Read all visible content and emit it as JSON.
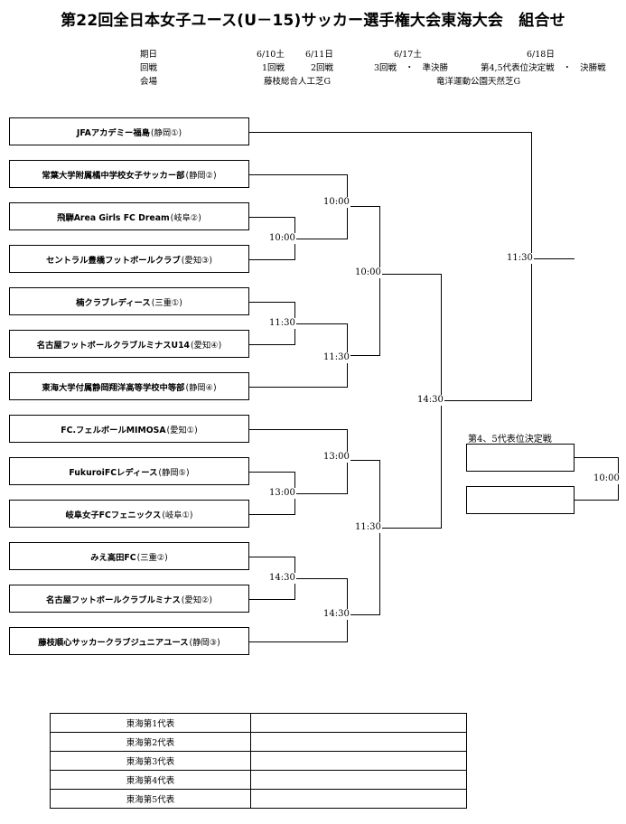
{
  "title": "第22回全日本女子ユース(U－15)サッカー選手権大会東海大会　組合せ",
  "schedule": {
    "labels": {
      "date": "期日",
      "round": "回戦",
      "venue": "会場"
    },
    "dates": [
      "6/10土",
      "6/11日",
      "6/17土",
      "6/18日"
    ],
    "rounds": [
      "1回戦",
      "2回戦",
      "3回戦　・　準決勝",
      "第4,5代表位決定戦　・　決勝戦"
    ],
    "venues": [
      "藤枝総合人工芝G",
      "竜洋運動公園天然芝G"
    ]
  },
  "teams": [
    {
      "name": "JFAアカデミー福島",
      "pref": "(静岡①)"
    },
    {
      "name": "常葉大学附属橘中学校女子サッカー部",
      "pref": "(静岡②)"
    },
    {
      "name": "飛騨Area Girls FC Dream",
      "pref": "(岐阜②)"
    },
    {
      "name": "セントラル豊橋フットボールクラブ",
      "pref": "(愛知③)"
    },
    {
      "name": "楠クラブレディース",
      "pref": "(三重①)"
    },
    {
      "name": "名古屋フットボールクラブルミナスU14",
      "pref": "(愛知④)"
    },
    {
      "name": "東海大学付属静岡翔洋高等学校中等部",
      "pref": "(静岡④)"
    },
    {
      "name": "FC.フェルボールMIMOSA",
      "pref": "(愛知①)"
    },
    {
      "name": "FukuroiFCレディース",
      "pref": "(静岡⑤)"
    },
    {
      "name": "岐阜女子FCフェニックス",
      "pref": "(岐阜①)"
    },
    {
      "name": "みえ高田FC",
      "pref": "(三重②)"
    },
    {
      "name": "名古屋フットボールクラブルミナス",
      "pref": "(愛知②)"
    },
    {
      "name": "藤枝順心サッカークラブジュニアユース",
      "pref": "(静岡③)"
    }
  ],
  "times": {
    "r1_a": "10:00",
    "r1_b": "11:30",
    "r1_c": "13:00",
    "r1_d": "14:30",
    "r2_a": "10:00",
    "r2_b": "11:30",
    "r2_c": "13:00",
    "r2_d": "14:30",
    "r3_a": "10:00",
    "r3_b": "11:30",
    "sf_a": "14:30",
    "final": "11:30",
    "playoff": "10:00"
  },
  "playoff_label": "第4、5代表位決定戦",
  "representatives": [
    "東海第1代表",
    "東海第2代表",
    "東海第3代表",
    "東海第4代表",
    "東海第5代表"
  ]
}
